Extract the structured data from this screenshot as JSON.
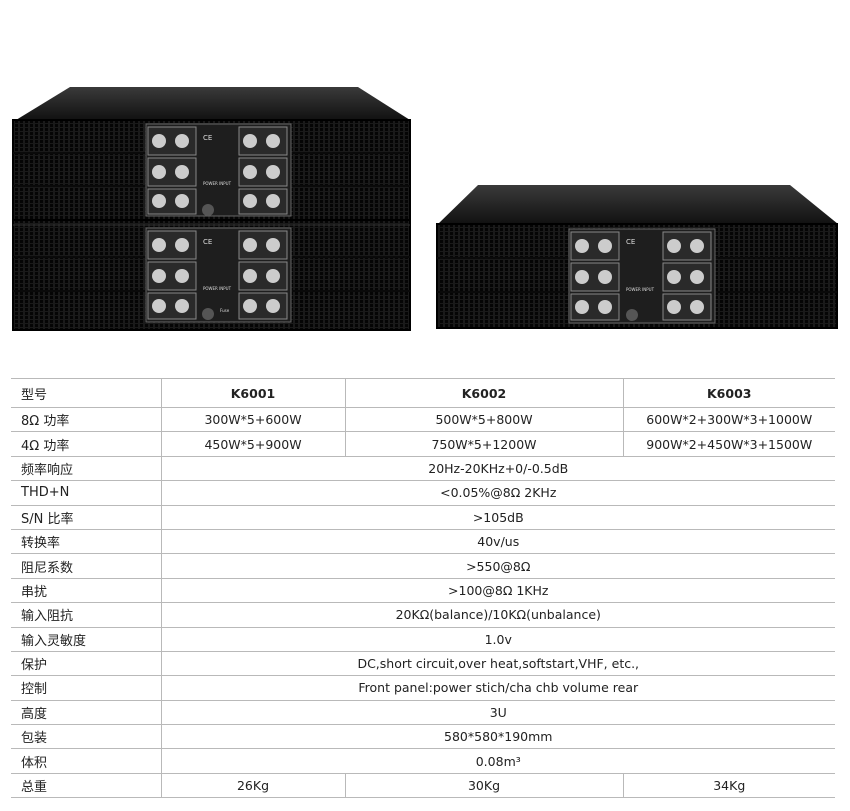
{
  "photo": {
    "panel_labels": {
      "power_input": "POWER INPUT",
      "fuse": "Fuse",
      "ce_mark": "CE"
    }
  },
  "spec_table": {
    "header": {
      "label": "型号",
      "models": [
        "K6001",
        "K6002",
        "K6003"
      ]
    },
    "rows_split": [
      {
        "label": "8Ω 功率",
        "values": [
          "300W*5+600W",
          "500W*5+800W",
          "600W*2+300W*3+1000W"
        ]
      },
      {
        "label": "4Ω 功率",
        "values": [
          "450W*5+900W",
          "750W*5+1200W",
          "900W*2+450W*3+1500W"
        ]
      }
    ],
    "rows_common": [
      {
        "label": "频率响应",
        "value": "20Hz-20KHz+0/-0.5dB"
      },
      {
        "label": "THD+N",
        "value": "<0.05%@8Ω 2KHz"
      },
      {
        "label": "S/N 比率",
        "value": ">105dB"
      },
      {
        "label": "转换率",
        "value": "40v/us"
      },
      {
        "label": "阻尼系数",
        "value": ">550@8Ω"
      },
      {
        "label": "串扰",
        "value": ">100@8Ω 1KHz"
      },
      {
        "label": "输入阻抗",
        "value": "20KΩ(balance)/10KΩ(unbalance)"
      },
      {
        "label": "输入灵敏度",
        "value": "1.0v"
      },
      {
        "label": "保护",
        "value": "DC,short circuit,over heat,softstart,VHF, etc.,"
      },
      {
        "label": "控制",
        "value": "Front panel:power stich/cha chb volume rear"
      },
      {
        "label": "高度",
        "value": "3U"
      },
      {
        "label": "包装",
        "value": "580*580*190mm"
      },
      {
        "label": "体积",
        "value": "0.08m³"
      }
    ],
    "weight": {
      "label": "总重",
      "values": [
        "26Kg",
        "30Kg",
        "34Kg"
      ]
    }
  }
}
